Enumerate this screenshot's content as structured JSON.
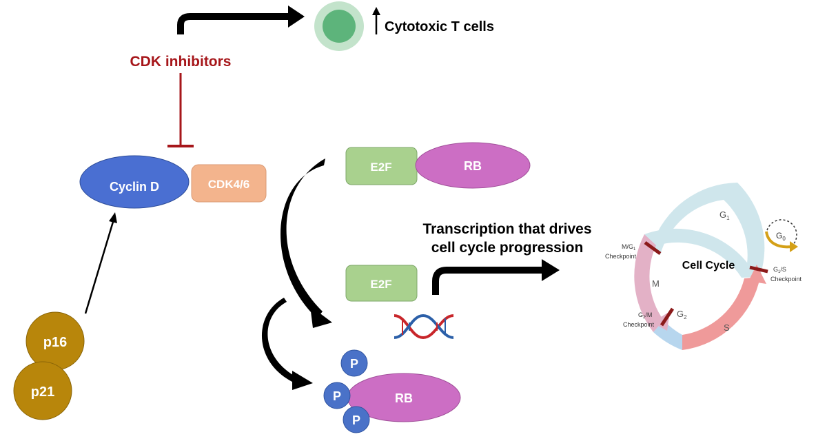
{
  "labels": {
    "cdk_inhibitors": "CDK inhibitors",
    "cytotoxic_t_cells": "Cytotoxic T cells",
    "cyclin_d": "Cyclin D",
    "cdk46": "CDK4/6",
    "p16": "p16",
    "p21": "p21",
    "e2f_bound": "E2F",
    "rb_bound": "RB",
    "e2f_free": "E2F",
    "rb_phos": "RB",
    "phosphate": "P",
    "transcription_line1": "Transcription that drives",
    "transcription_line2": "cell cycle progression"
  },
  "cell_cycle": {
    "center_label": "Cell Cycle",
    "phases": {
      "g1_base": "G",
      "g1_sub": "1",
      "g0_base": "G",
      "g0_sub": "0",
      "s": "S",
      "g2_base": "G",
      "g2_sub": "2",
      "m": "M"
    },
    "checkpoints": {
      "m_g1_line1": "M/G",
      "m_g1_sub": "1",
      "m_g1_line2": "Checkpoint",
      "g1_s_line1a": "G",
      "g1_s_sub": "1",
      "g1_s_line1b": "/S",
      "g1_s_line2": "Checkpoint",
      "g2_m_line1a": "G",
      "g2_m_sub": "2",
      "g2_m_line1b": "/M",
      "g2_m_line2": "Checkpoint"
    }
  },
  "colors": {
    "inhibitor_red": "#a6161a",
    "cyclin_blue": "#4a6ed0",
    "cdk_orange": "#f3b48d",
    "p_gold": "#b8860b",
    "e2f_green": "#a9d18e",
    "rb_pink": "#cc6ec4",
    "phosphate_blue": "#4a72c8",
    "tcell_outer": "#bde0c6",
    "tcell_inner": "#5cb27a"
  }
}
